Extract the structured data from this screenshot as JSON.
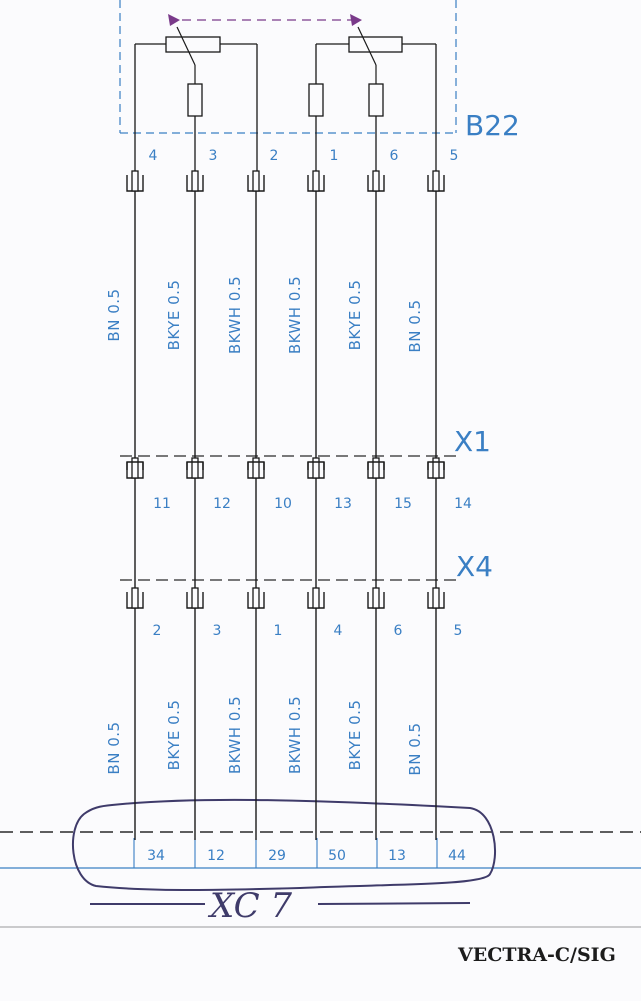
{
  "connectors": {
    "b22": {
      "label": "B22"
    },
    "x1": {
      "label": "X1"
    },
    "x4": {
      "label": "X4"
    },
    "xc7": {
      "label": "XC 7"
    }
  },
  "wires": [
    {
      "b22_pin": "4",
      "x1_pin": "11",
      "x4_pin": "2",
      "xc7_pin": "34",
      "color_upper": "BN 0.5",
      "color_lower": "BN 0.5"
    },
    {
      "b22_pin": "3",
      "x1_pin": "12",
      "x4_pin": "3",
      "xc7_pin": "12",
      "color_upper": "BKYE 0.5",
      "color_lower": "BKYE 0.5"
    },
    {
      "b22_pin": "2",
      "x1_pin": "10",
      "x4_pin": "1",
      "xc7_pin": "29",
      "color_upper": "BKWH 0.5",
      "color_lower": "BKWH 0.5"
    },
    {
      "b22_pin": "1",
      "x1_pin": "13",
      "x4_pin": "4",
      "xc7_pin": "50",
      "color_upper": "BKWH 0.5",
      "color_lower": "BKWH 0.5"
    },
    {
      "b22_pin": "6",
      "x1_pin": "15",
      "x4_pin": "6",
      "xc7_pin": "13",
      "color_upper": "BKYE 0.5",
      "color_lower": "BKYE 0.5"
    },
    {
      "b22_pin": "5",
      "x1_pin": "14",
      "x4_pin": "5",
      "xc7_pin": "44",
      "color_upper": "BN 0.5",
      "color_lower": "BN 0.5"
    }
  ],
  "footer": {
    "text": "VECTRA-C/SIG"
  },
  "colors": {
    "line": "#1a1a1a",
    "blue": "#3a7fc4",
    "dashed": "#2b2b2b",
    "hand": "#3f3b6a"
  }
}
